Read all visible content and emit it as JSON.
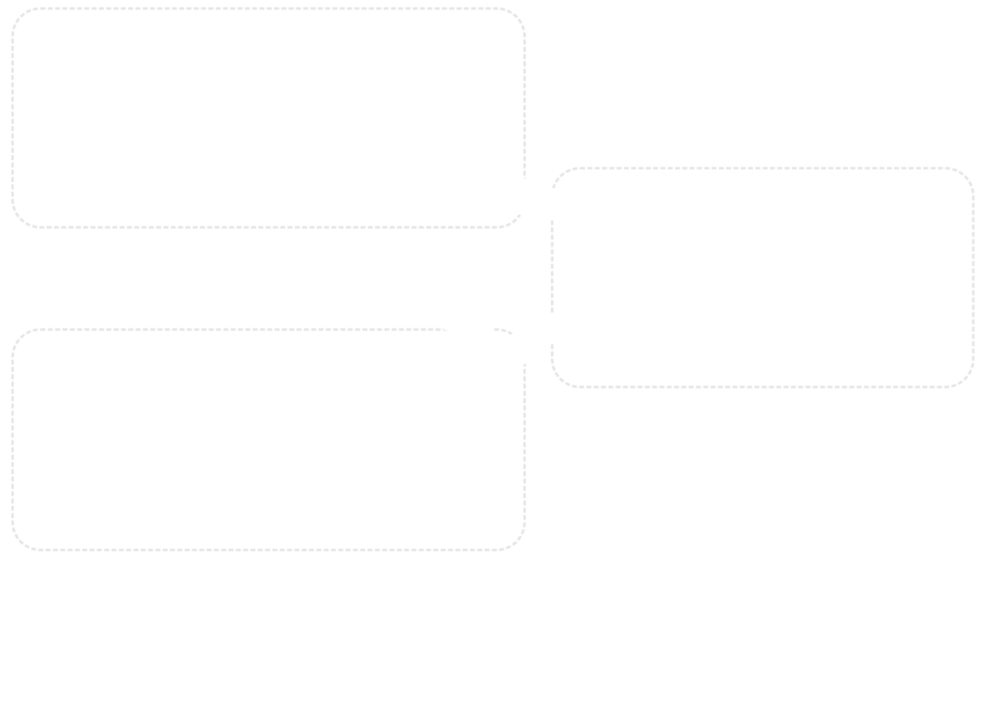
{
  "diagram": {
    "boxes": [
      {
        "id": "box-top-left",
        "label": ""
      },
      {
        "id": "box-bottom-left",
        "label": ""
      },
      {
        "id": "box-right",
        "label": ""
      }
    ]
  }
}
